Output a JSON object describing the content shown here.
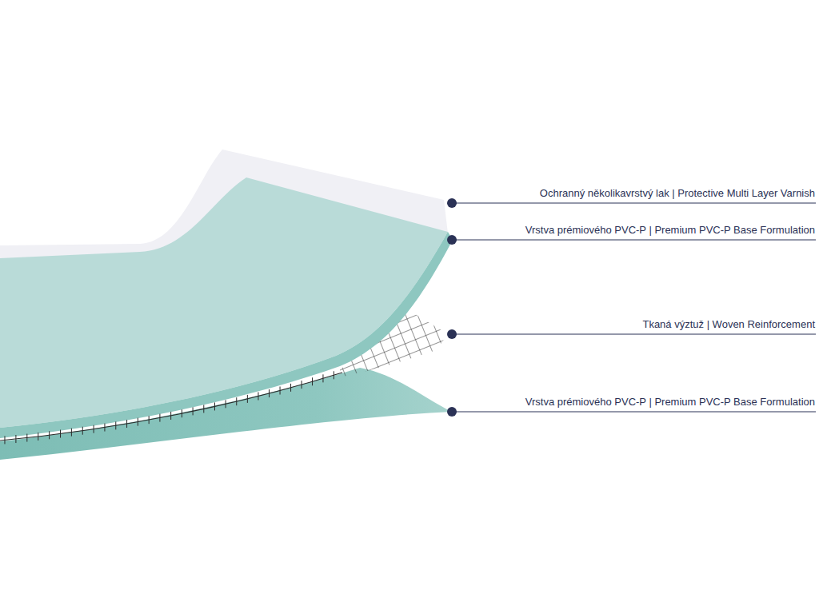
{
  "diagram": {
    "labels": [
      "Ochranný několikavrstvý lak  |  Protective Multi Layer Varnish",
      "Vrstva prémiového PVC-P  |  Premium PVC-P Base Formulation",
      "Tkaná výztuž  |  Woven Reinforcement",
      "Vrstva prémiového PVC-P  |  Premium PVC-P Base Formulation"
    ]
  }
}
